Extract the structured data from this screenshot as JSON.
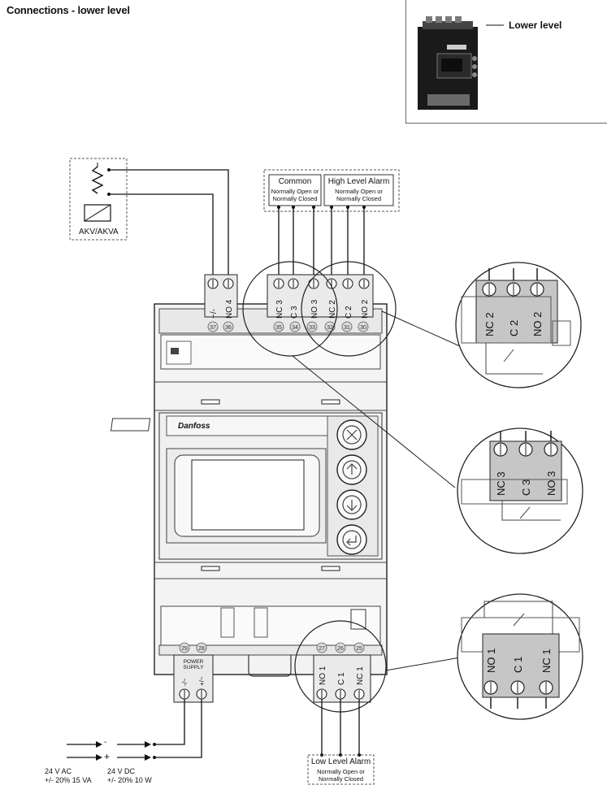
{
  "header": {
    "title": "Connections - lower level"
  },
  "photo": {
    "label": "Lower level"
  },
  "valve": {
    "label": "AKV/AKVA"
  },
  "upper_relays": {
    "common": {
      "title": "Common",
      "line1": "Normally Open or",
      "line2": "Normally Closed"
    },
    "high_alarm": {
      "title": "High Level Alarm",
      "line1": "Normally Open or",
      "line2": "Normally Closed"
    }
  },
  "terminals_top": {
    "labels": [
      "~/-",
      "NO 4",
      "NC 3",
      "C 3",
      "NO 3",
      "NC 2",
      "C 2",
      "NO 2"
    ],
    "numbers": [
      "37",
      "36",
      "35",
      "34",
      "33",
      "32",
      "31",
      "30"
    ]
  },
  "terminals_bottom": {
    "power_label_1": "POWER",
    "power_label_2": "SUPPLY",
    "power_pins": [
      "-/~",
      "+/~"
    ],
    "power_numbers": [
      "29",
      "28"
    ],
    "relay_labels": [
      "NO 1",
      "C 1",
      "NC 1"
    ],
    "relay_numbers": [
      "27",
      "26",
      "25"
    ]
  },
  "zoom": {
    "nc2": [
      "NC 2",
      "C 2",
      "NO 2"
    ],
    "nc3": [
      "NC 3",
      "C 3",
      "NO 3"
    ],
    "no1": [
      "NO 1",
      "C 1",
      "NC 1"
    ]
  },
  "low_alarm": {
    "title": "Low Level Alarm",
    "line1": "Normally Open or",
    "line2": "Normally Closed"
  },
  "supply": {
    "minus": "-",
    "plus": "+",
    "ac_line1": "24 V AC",
    "ac_line2": "+/- 20% 15 VA",
    "dc_line1": "24 V DC",
    "dc_line2": "+/- 20% 10 W"
  },
  "brand": "Danfoss"
}
